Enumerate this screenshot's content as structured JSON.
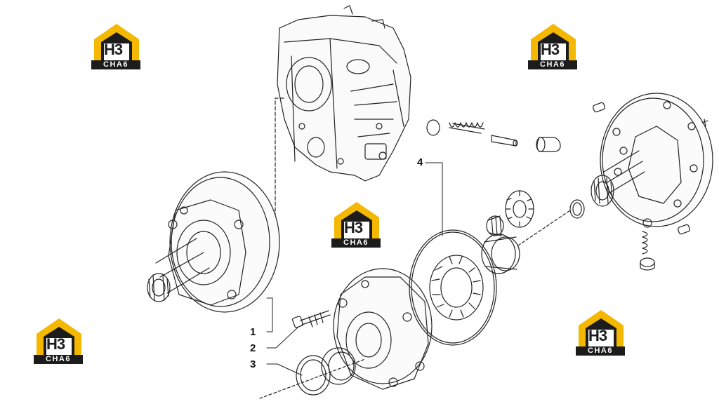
{
  "diagram": {
    "callouts": [
      {
        "id": "1",
        "label": "1"
      },
      {
        "id": "2",
        "label": "2"
      },
      {
        "id": "3",
        "label": "3"
      },
      {
        "id": "4",
        "label": "4"
      }
    ],
    "watermark": {
      "mark": "H3",
      "word": "CHA6"
    },
    "colors": {
      "logo_gold": "#f5b800",
      "logo_dark": "#1c1c1c",
      "line": "#222222"
    }
  }
}
